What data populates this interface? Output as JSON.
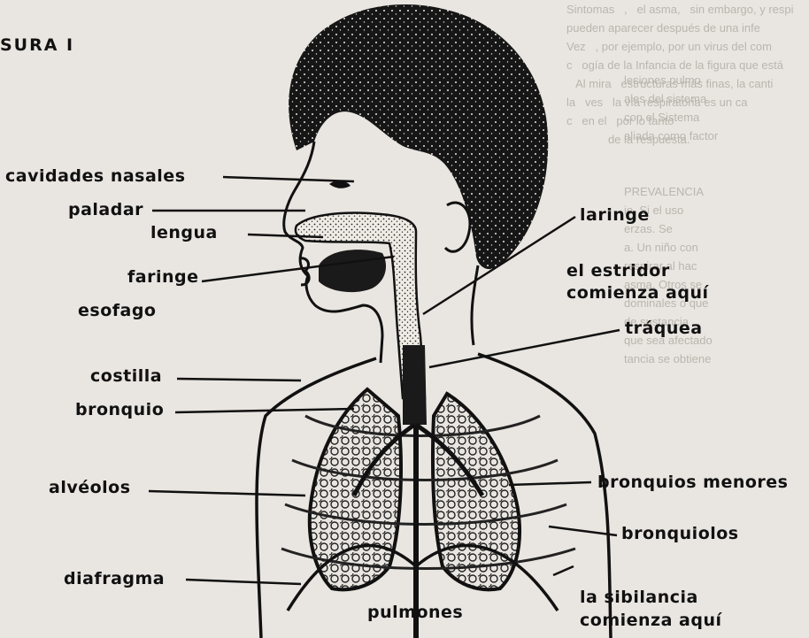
{
  "figure_title": "SURA I",
  "labels": {
    "cavidades_nasales": "cavidades nasales",
    "paladar": "paladar",
    "lengua": "lengua",
    "faringe": "faringe",
    "esofago": "esofago",
    "costilla": "costilla",
    "bronquio": "bronquio",
    "alveolos": "alvéolos",
    "diafragma": "diafragma",
    "pulmones": "pulmones",
    "laringe": "laringe",
    "estridor_1": "el estridor",
    "estridor_2": "comienza aquí",
    "traquea": "tráquea",
    "bronquios_menores": "bronquios menores",
    "bronquiolos": "bronquiolos",
    "sibilancia_1": "la sibilancia",
    "sibilancia_2": "comienza aquí"
  },
  "colors": {
    "ink": "#111111",
    "paper": "#e9e6e1",
    "bleed": "#b9b5ae"
  }
}
